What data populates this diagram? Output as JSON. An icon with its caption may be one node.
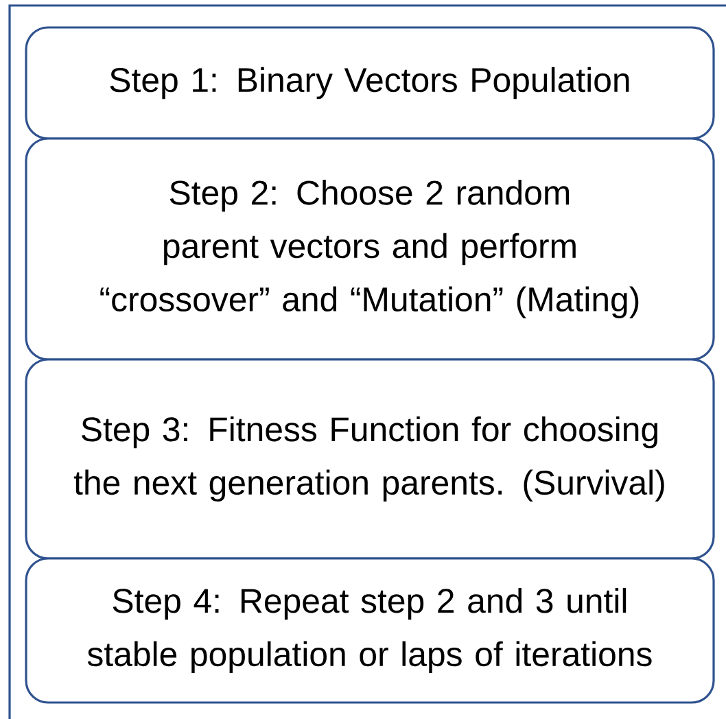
{
  "diagram": {
    "nodes": [
      {
        "text": [],
        "shape": "box"
      },
      {
        "text": [
          "Step 1: Binary Vectors Population"
        ],
        "in": 0
      },
      {
        "text": [
          "Step 2: Choose 2 random parent vectors and perform “crossover” and “Mutation” (Mating)"
        ],
        "in": 0
      },
      {
        "text": [
          "Step 3: Fitness Function for choosing the next generation parents. (Survival)"
        ],
        "in": 0
      },
      {
        "text": [
          "Step 4: Repeat step 2 and 3 until stable population or laps of iterations"
        ],
        "in": 0
      }
    ]
  }
}
